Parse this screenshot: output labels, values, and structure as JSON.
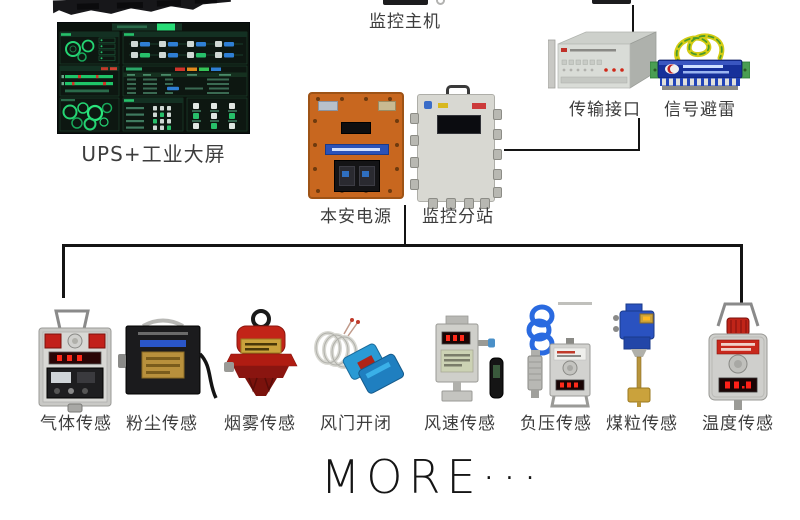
{
  "diagram": {
    "top_devices": {
      "host_label": "监控主机",
      "screen_label": "UPS+工业大屏",
      "transmission_label": "传输接口",
      "arrester_label": "信号避雷"
    },
    "middle_devices": {
      "power_label": "本安电源",
      "substation_label": "监控分站"
    },
    "sensors": [
      {
        "label": "气体传感"
      },
      {
        "label": "粉尘传感"
      },
      {
        "label": "烟雾传感"
      },
      {
        "label": "风门开闭"
      },
      {
        "label": "风速传感"
      },
      {
        "label": "负压传感"
      },
      {
        "label": "煤粒传感"
      },
      {
        "label": "温度传感"
      }
    ],
    "more_label": "MORE···"
  },
  "colors": {
    "background": "#ffffff",
    "label_text": "#3d3d3d",
    "connector_line": "#141414",
    "power_box": "#c8671f",
    "substation_box": "#d8d8d2",
    "screen_background": "#0b120d",
    "screen_accent_green": "#2ae57c",
    "arrester_body_blue": "#16309a",
    "ground_wire_yellow": "#d4cc14",
    "ground_wire_green": "#4a9a2a",
    "smoke_sensor_red": "#c0281e",
    "door_sensor_blue": "#2a9ad4",
    "led_red": "#ff2a1a"
  }
}
